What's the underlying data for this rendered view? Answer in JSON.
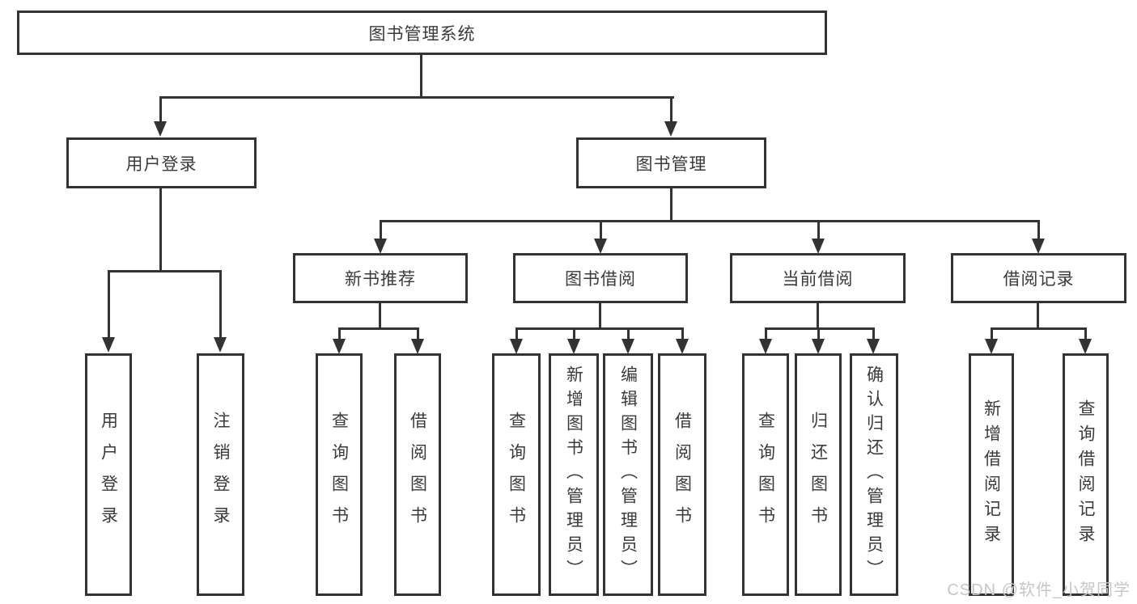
{
  "diagram": {
    "root": {
      "label": "图书管理系统"
    },
    "level2": [
      {
        "label": "用户登录"
      },
      {
        "label": "图书管理"
      }
    ],
    "level3": [
      {
        "label": "新书推荐"
      },
      {
        "label": "图书借阅"
      },
      {
        "label": "当前借阅"
      },
      {
        "label": "借阅记录"
      }
    ],
    "leaves": {
      "user_login": [
        "用户登录",
        "注销登录"
      ],
      "new_book": [
        "查询图书",
        "借阅图书"
      ],
      "book_borrow": [
        "查询图书",
        "新增图书（管理员）",
        "编辑图书（管理员）",
        "借阅图书"
      ],
      "current_borrow": [
        "查询图书",
        "归还图书",
        "确认归还（管理员）"
      ],
      "borrow_record": [
        "新增借阅记录",
        "查询借阅记录"
      ]
    },
    "colors": {
      "line": "#333333",
      "text": "#3a3a3a",
      "background": "#ffffff",
      "watermark": "#c6c6c6"
    },
    "watermark": "CSDN @软件_小贺同学"
  }
}
